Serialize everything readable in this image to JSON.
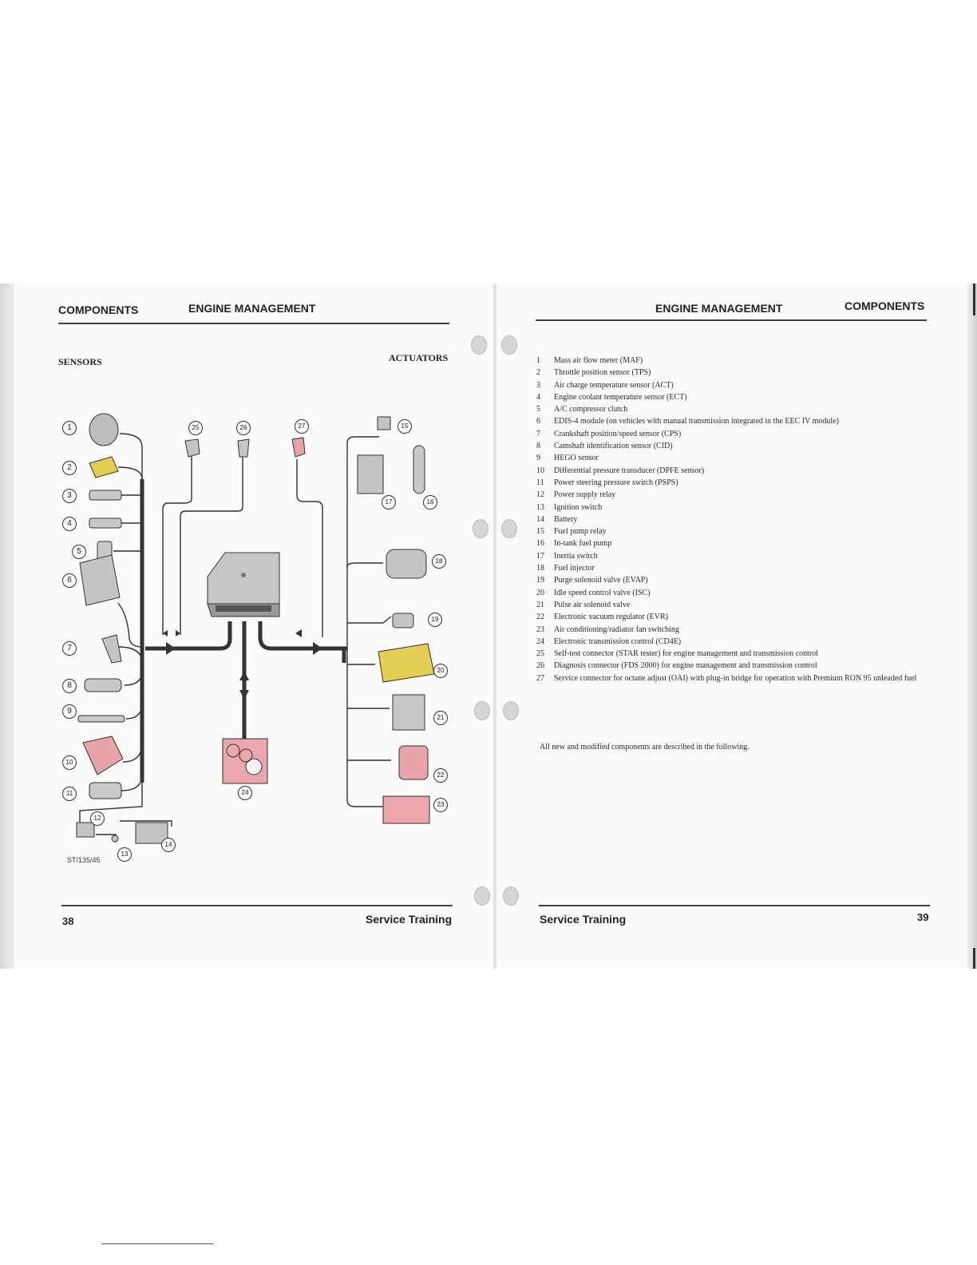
{
  "left_page": {
    "header_section": "COMPONENTS",
    "header_title": "ENGINE MANAGEMENT",
    "label_sensors": "SENSORS",
    "label_actuators": "ACTUATORS",
    "figure_ref": "ST/135/45",
    "footer_title": "Service Training",
    "page_number": "38",
    "diagram_callouts": [
      "1",
      "2",
      "3",
      "4",
      "5",
      "6",
      "7",
      "8",
      "9",
      "10",
      "11",
      "12",
      "13",
      "14",
      "15",
      "16",
      "17",
      "18",
      "19",
      "20",
      "21",
      "22",
      "23",
      "24",
      "25",
      "26",
      "27"
    ]
  },
  "right_page": {
    "header_title": "ENGINE MANAGEMENT",
    "header_section": "COMPONENTS",
    "footer_title": "Service Training",
    "page_number": "39",
    "legend": [
      {
        "num": "1",
        "text": "Mass air flow meter (MAF)"
      },
      {
        "num": "2",
        "text": "Throttle position sensor (TPS)"
      },
      {
        "num": "3",
        "text": "Air charge temperature sensor (ACT)"
      },
      {
        "num": "4",
        "text": "Engine coolant temperature sensor (ECT)"
      },
      {
        "num": "5",
        "text": "A/C compressor clutch"
      },
      {
        "num": "6",
        "text": "EDIS-4 module (on vehicles with manual transmission integrated in the EEC IV module)"
      },
      {
        "num": "7",
        "text": "Crankshaft position/speed sensor (CPS)"
      },
      {
        "num": "8",
        "text": "Camshaft identification sensor (CID)"
      },
      {
        "num": "9",
        "text": "HEGO sensor"
      },
      {
        "num": "10",
        "text": "Differential pressure transducer (DPFE sensor)"
      },
      {
        "num": "11",
        "text": "Power steering pressure switch (PSPS)"
      },
      {
        "num": "12",
        "text": "Power supply relay"
      },
      {
        "num": "13",
        "text": "Ignition switch"
      },
      {
        "num": "14",
        "text": "Battery"
      },
      {
        "num": "15",
        "text": "Fuel pump relay"
      },
      {
        "num": "16",
        "text": "In-tank fuel pump"
      },
      {
        "num": "17",
        "text": "Inertia switch"
      },
      {
        "num": "18",
        "text": "Fuel injector"
      },
      {
        "num": "19",
        "text": "Purge solenoid valve (EVAP)"
      },
      {
        "num": "20",
        "text": "Idle speed control valve (ISC)"
      },
      {
        "num": "21",
        "text": "Pulse air solenoid valve"
      },
      {
        "num": "22",
        "text": "Electronic vacuum regulator (EVR)"
      },
      {
        "num": "23",
        "text": "Air conditioning/radiator fan switching"
      },
      {
        "num": "24",
        "text": "Electronic transmission control (CD4E)"
      },
      {
        "num": "25",
        "text": "Self-test connector (STAR tester) for engine management and transmission control"
      },
      {
        "num": "26",
        "text": "Diagnosis connector (FDS 2000) for engine management and transmission control"
      },
      {
        "num": "27",
        "text": "Service connector for octane adjust (OAI) with plug-in bridge for operation with Premium RON 95 unleaded fuel"
      }
    ],
    "note": "All new and modified components are described in the following."
  },
  "colors": {
    "wire": "#333333",
    "highlight": "#e9a6ad",
    "component": "#bdbdbd",
    "actuator_yellow": "#e3cf54"
  }
}
